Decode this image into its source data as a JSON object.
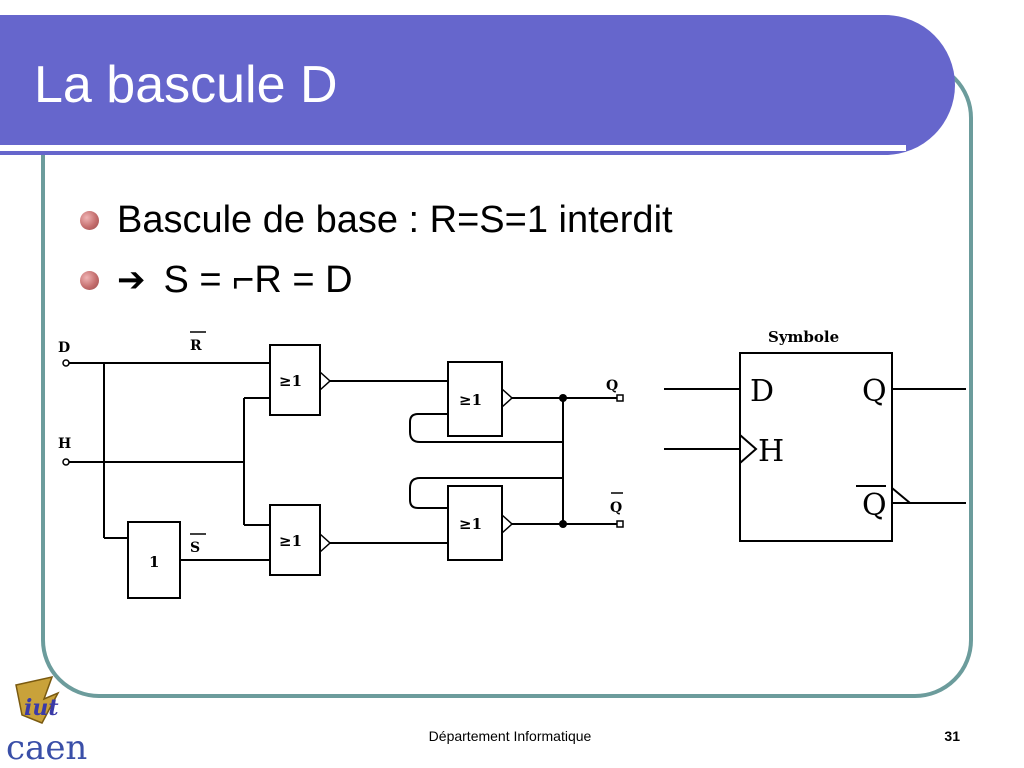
{
  "slide": {
    "title": "La bascule D"
  },
  "bullets": [
    {
      "text": "Bascule de base : R=S=1 interdit"
    },
    {
      "arrow": "➔",
      "text": "S = ⌐R = D"
    }
  ],
  "circuit": {
    "input_d": "D",
    "input_h": "H",
    "label_r_bar": "R",
    "label_s_bar": "S",
    "or_gate_label": "≥1",
    "not_gate_label": "1",
    "output_q": "Q",
    "output_q_bar": "Q"
  },
  "symbol": {
    "title": "Symbole",
    "pin_d": "D",
    "pin_h": "H",
    "pin_q": "Q",
    "pin_q_bar": "Q"
  },
  "footer": {
    "department": "Département Informatique",
    "page": "31",
    "logo_top": "iut",
    "logo_bottom": "caen"
  },
  "colors": {
    "title_bar": "#6666cc",
    "frame": "#6c9c9c",
    "bullet": "#c46e6e"
  }
}
